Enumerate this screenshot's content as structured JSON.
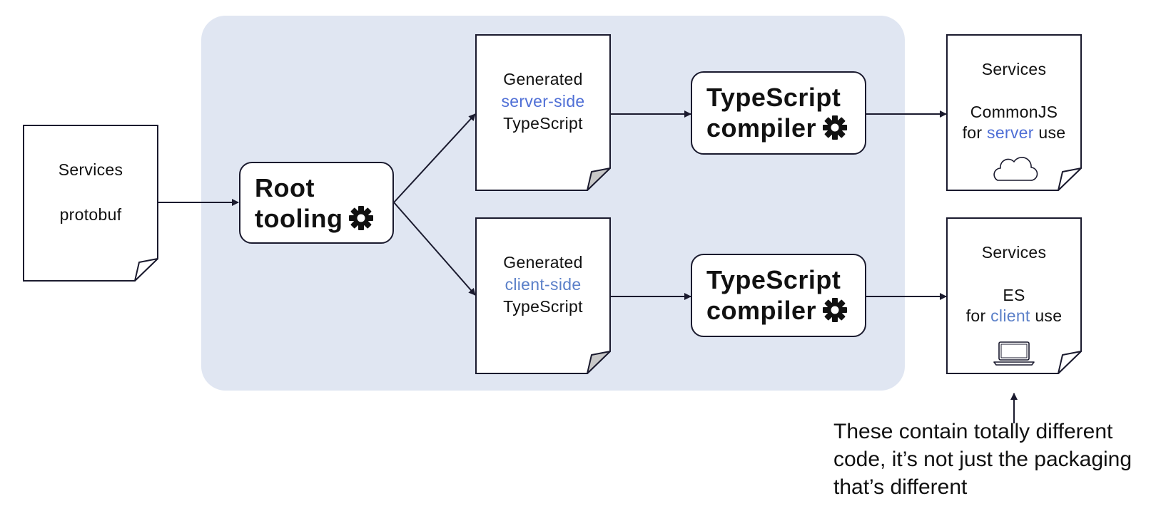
{
  "input_doc": {
    "title": "Services",
    "subtitle": "protobuf"
  },
  "root_tool": {
    "line1": "Root",
    "line2": "tooling"
  },
  "server_gen": {
    "line1": "Generated",
    "highlight": "server-side",
    "line3": "TypeScript"
  },
  "client_gen": {
    "line1": "Generated",
    "highlight": "client-side",
    "line3": "TypeScript"
  },
  "compiler_top": {
    "line1": "TypeScript",
    "line2": "compiler"
  },
  "compiler_bottom": {
    "line1": "TypeScript",
    "line2": "compiler"
  },
  "server_out": {
    "title": "Services",
    "format": "CommonJS",
    "use_prefix": "for ",
    "use_highlight": "server",
    "use_suffix": " use",
    "icon": "cloud-icon"
  },
  "client_out": {
    "title": "Services",
    "format": "ES",
    "use_prefix": "for ",
    "use_highlight": "client",
    "use_suffix": " use",
    "icon": "laptop-icon"
  },
  "note": {
    "text": "These contain totally different code, it’s not just the packaging that’s different"
  },
  "colors": {
    "region": "#e0e6f2",
    "accent_server": "#4f6fd6",
    "accent_client": "#5a7fc8",
    "stroke": "#1a1a2e"
  }
}
